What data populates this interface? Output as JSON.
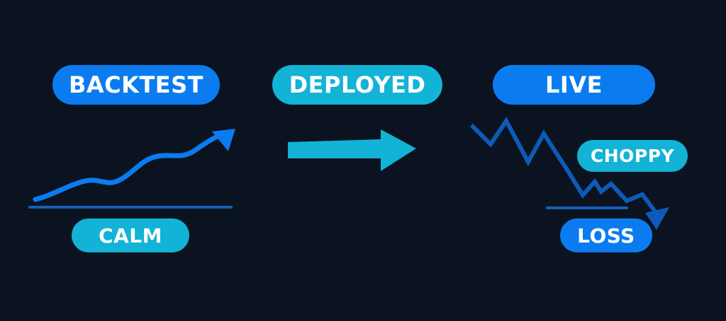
{
  "labels": {
    "backtest": "BACKTEST",
    "deployed": "DEPLOYED",
    "live": "LIVE",
    "calm": "CALM",
    "choppy": "CHOPPY",
    "loss": "LOSS"
  },
  "colors": {
    "background": "#0b1320",
    "blue": "#0a7cf0",
    "cyan": "#12b3d6",
    "dark_blue": "#0d5bb8",
    "baseline": "#1560b8"
  },
  "icons": {
    "rising_trend": "trend-up-arrow-icon",
    "transition": "right-arrow-icon",
    "falling_trend": "trend-down-arrow-icon"
  }
}
